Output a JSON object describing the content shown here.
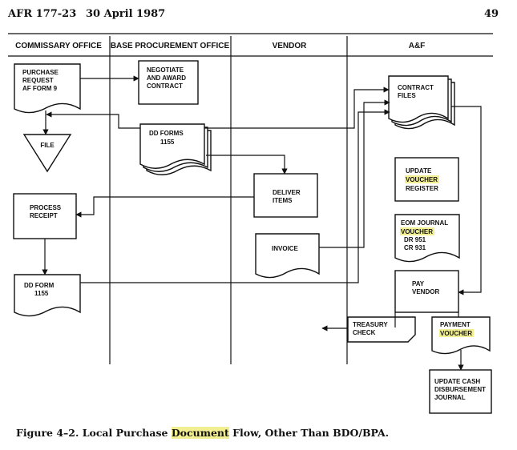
{
  "header": {
    "doc_id": "AFR 177-23",
    "date": "30 April 1987",
    "page_number": "49"
  },
  "lanes": [
    "COMMISSARY OFFICE",
    "BASE PROCUREMENT OFFICE",
    "VENDOR",
    "A&F"
  ],
  "nodes": {
    "purchase_request": [
      "PURCHASE",
      "REQUEST",
      "AF FORM 9"
    ],
    "negotiate": [
      "NEGOTIATE",
      "AND AWARD",
      "CONTRACT"
    ],
    "file": [
      "FILE"
    ],
    "dd_forms": [
      "DD FORMS",
      "1155"
    ],
    "contract_files": [
      "CONTRACT",
      "FILES"
    ],
    "deliver_items": [
      "DELIVER",
      "ITEMS"
    ],
    "process_receipt": [
      "PROCESS",
      "RECEIPT"
    ],
    "update_voucher_register": [
      "UPDATE",
      "VOUCHER",
      "REGISTER"
    ],
    "eom_journal": [
      "EOM JOURNAL",
      "VOUCHER",
      "DR 951",
      "CR 931"
    ],
    "invoice": [
      "INVOICE"
    ],
    "dd_form_1155": [
      "DD FORM",
      "1155"
    ],
    "pay_vendor": [
      "PAY",
      "VENDOR"
    ],
    "treasury_check": [
      "TREASURY",
      "CHECK"
    ],
    "payment_voucher": [
      "PAYMENT",
      "VOUCHER"
    ],
    "update_cash": [
      "UPDATE CASH",
      "DISBURSEMENT",
      "JOURNAL"
    ]
  },
  "highlight_color": "#f2ef93",
  "caption": {
    "prefix": "Figure 4–2. Local Purchase ",
    "highlight": "Document",
    "suffix": " Flow, Other Than BDO/BPA."
  }
}
